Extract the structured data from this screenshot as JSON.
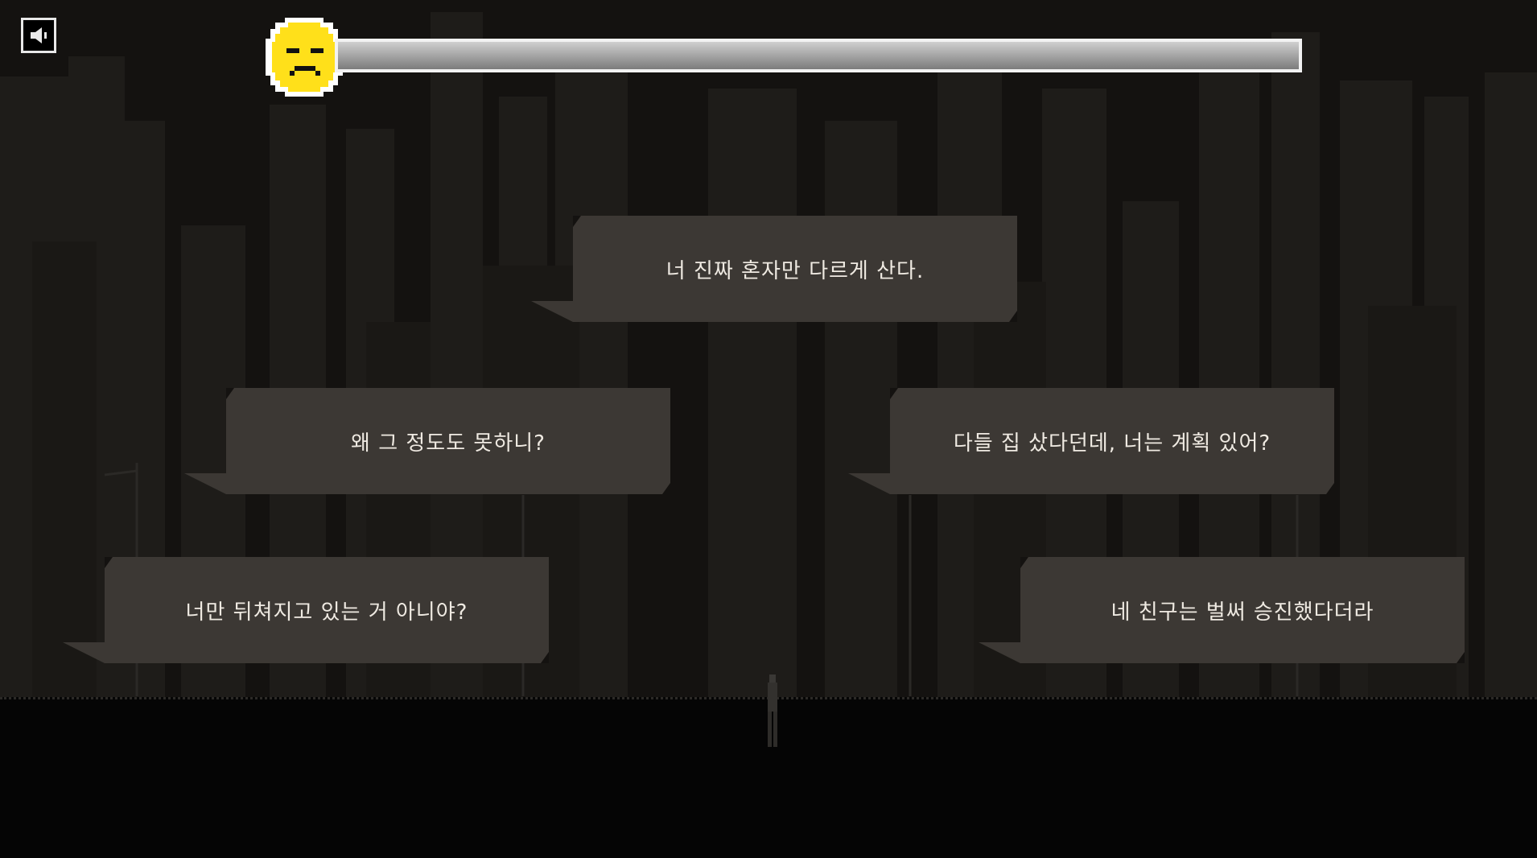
{
  "hud": {
    "sound_icon": "speaker-icon",
    "mood_icon": "sad-face-icon",
    "mood_level": 1.0,
    "colors": {
      "face": "#ffe01a",
      "bar_fill": "#a9a9a9",
      "bar_border": "#f2f2f2",
      "bubble_bg": "#3c3834"
    }
  },
  "bubbles": [
    {
      "text": "너 진짜 혼자만 다르게 산다."
    },
    {
      "text": "왜 그 정도도 못하니?"
    },
    {
      "text": "다들 집 샀다던데, 너는 계획 있어?"
    },
    {
      "text": "너만 뒤쳐지고 있는 거 아니야?"
    },
    {
      "text": "네 친구는 벌써 승진했다더라"
    }
  ]
}
